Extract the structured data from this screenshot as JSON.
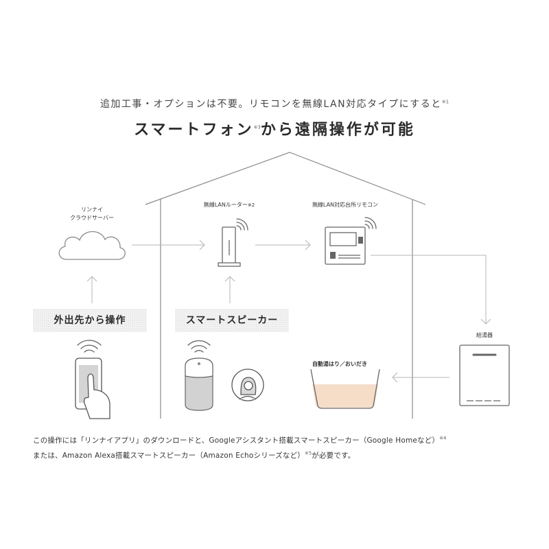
{
  "header": {
    "subtitle": "追加工事・オプションは不要。リモコンを無線LAN対応タイプにすると",
    "subtitle_note": "※1",
    "title_part1": "スマートフォン",
    "title_note": "※3",
    "title_part2": "から遠隔操作が可能"
  },
  "diagram": {
    "cloud_label_line1": "リンナイ",
    "cloud_label_line2": "クラウドサーバー",
    "router_label": "無線LANルーター",
    "router_note": "※2",
    "remote_label": "無線LAN対応台所リモコン",
    "heater_label": "給湯器",
    "bath_label": "自動湯はり／おいだき",
    "tag_outside": "外出先から操作",
    "tag_speaker": "スマートスピーカー"
  },
  "footer": {
    "line1": "この操作には「リンナイアプリ」のダウンロードと、Googleアシスタント搭載スマートスピーカー（Google Homeなど）",
    "line1_note": "※4",
    "line2": "または、Amazon Alexa搭載スマートスピーカー（Amazon Echoシリーズなど）",
    "line2_note": "※5",
    "line2_end": "が必要です。"
  },
  "colors": {
    "line": "#8a8a8a",
    "arrow": "#b5b5b5",
    "water": "#f6ddc8",
    "tag_bg": "#f2f2f2"
  },
  "icons": [
    "cloud-icon",
    "router-icon",
    "remote-control-icon",
    "water-heater-icon",
    "bathtub-icon",
    "smartphone-icon",
    "smart-speaker-icon",
    "person-icon",
    "wifi-icon"
  ]
}
